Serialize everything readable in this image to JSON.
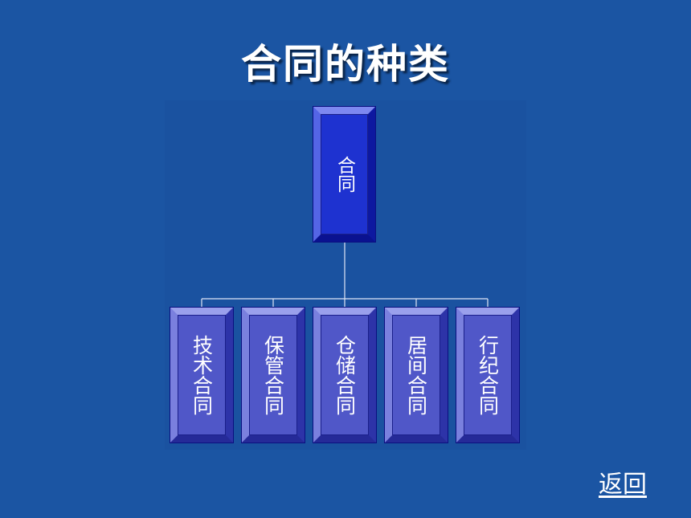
{
  "slide": {
    "title": "合同的种类",
    "back_link": "返回"
  },
  "diagram": {
    "root": {
      "label": "合同"
    },
    "children": [
      {
        "label": "技术合同"
      },
      {
        "label": "保管合同"
      },
      {
        "label": "仓储合同"
      },
      {
        "label": "居间合同"
      },
      {
        "label": "行纪合同"
      }
    ]
  },
  "colors": {
    "background": "#1b55a3",
    "root_fill": "#1e32d0",
    "child_fill": "#5057c8",
    "connector": "#ffffff",
    "text": "#ffffff"
  }
}
